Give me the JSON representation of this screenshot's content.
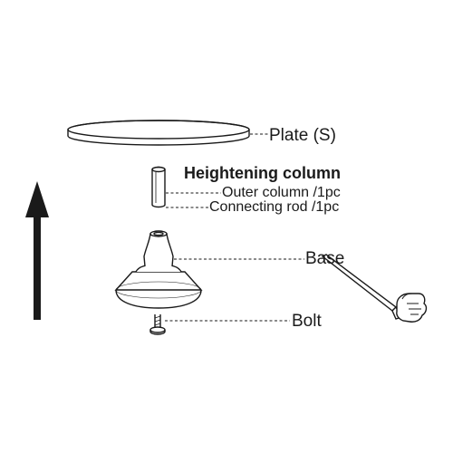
{
  "labels": {
    "plate": "Plate (S)",
    "heightening_title": "Heightening column",
    "outer_column": "Outer column /1pc",
    "connecting_rod": "Connecting rod /1pc",
    "base": "Base",
    "bolt": "Bolt"
  }
}
